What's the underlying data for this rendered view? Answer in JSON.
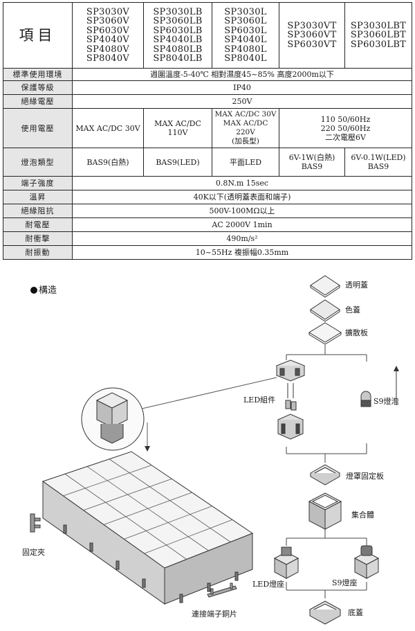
{
  "table": {
    "item_header": "項目",
    "model_groups": [
      [
        "SP3030V",
        "SP3060V",
        "SP6030V",
        "SP4040V",
        "SP4080V",
        "SP8040V"
      ],
      [
        "SP3030LB",
        "SP3060LB",
        "SP6030LB",
        "SP4040LB",
        "SP4080LB",
        "SP8040LB"
      ],
      [
        "SP3030L",
        "SP3060L",
        "SP6030L",
        "SP4040L",
        "SP4080L",
        "SP8040L"
      ],
      [
        "SP3030VT",
        "SP3060VT",
        "SP6030VT"
      ],
      [
        "SP3030LBT",
        "SP3060LBT",
        "SP6030LBT"
      ]
    ],
    "rows": {
      "env": {
        "label": "標準使用環境",
        "value": "週圍溫度-5-40℃ 相對濕度45~85% 高度2000m以下"
      },
      "protection": {
        "label": "保護等級",
        "value": "IP40"
      },
      "insulation_voltage": {
        "label": "絕緣電壓",
        "value": "250V"
      },
      "operating_voltage": {
        "label": "使用電壓",
        "c1": "MAX AC/DC 30V",
        "c2": "MAX AC/DC 110V",
        "c3": [
          "MAX AC/DC 30V",
          "MAX AC/DC 220V",
          "(加長型)"
        ],
        "c4": [
          "110 50/60Hz",
          "220 50/60Hz",
          "二次電壓6V"
        ]
      },
      "bulb_type": {
        "label": "燈泡類型",
        "c1": "BAS9(白熱)",
        "c2": "BAS9(LED)",
        "c3": "平面LED",
        "c4": [
          "6V-1W(白熱)",
          "BAS9"
        ],
        "c5": [
          "6V-0.1W(LED)",
          "BAS9"
        ]
      },
      "terminal_strength": {
        "label": "端子強度",
        "value": "0.8N.m 15sec"
      },
      "temp_rise": {
        "label": "溫昇",
        "value": "40K以下(透明蓋表面和端子)"
      },
      "insulation_resistance": {
        "label": "絕緣阻抗",
        "value": "500V-100MΩ以上"
      },
      "withstand_voltage": {
        "label": "耐電壓",
        "value": "AC 2000V 1min"
      },
      "shock": {
        "label": "耐衝擊",
        "value": "490m/s²"
      },
      "vibration": {
        "label": "耐振動",
        "value": "10~55Hz 複振幅0.35mm"
      }
    }
  },
  "structure": {
    "heading": "構造",
    "parts": {
      "clear_cover": "透明蓋",
      "color_cover": "色蓋",
      "diffuser": "擴散板",
      "led_module": "LED組件",
      "s9_bulb": "S9燈泡",
      "lamp_cover_plate": "燈罩固定板",
      "assembly": "集合體",
      "clip": "固定夾",
      "led_socket": "LED燈座",
      "s9_socket": "S9燈座",
      "terminal_copper": "連接端子銅片",
      "base_cover": "底蓋"
    }
  }
}
